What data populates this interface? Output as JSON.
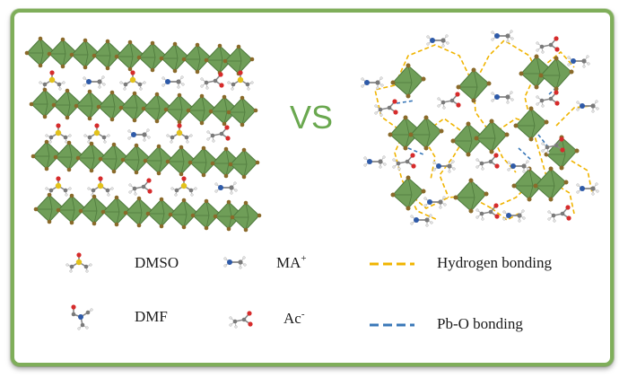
{
  "center_label": "VS",
  "colors": {
    "frame": "#7fae5a",
    "octahedron": "#6f9e58",
    "octahedron_edge": "#4f7a3d",
    "lead_atom": "#8a6a2a",
    "vs_text": "#6aa84f",
    "hydrogen_bond": "#f0b400",
    "pb_o_bond": "#3a78b8"
  },
  "legend": {
    "molecules": [
      {
        "icon": "dmso-molecule-icon",
        "label": "DMSO"
      },
      {
        "icon": "ma-cation-icon",
        "label": "MA",
        "sup": "+"
      },
      {
        "icon": "dmf-molecule-icon",
        "label": "DMF"
      },
      {
        "icon": "acetate-anion-icon",
        "label": "Ac",
        "sup": "-"
      }
    ],
    "bonds": [
      {
        "style": "dashed-orange",
        "label": "Hydrogen bonding"
      },
      {
        "style": "dashed-blue",
        "label": "Pb-O bonding"
      }
    ]
  }
}
